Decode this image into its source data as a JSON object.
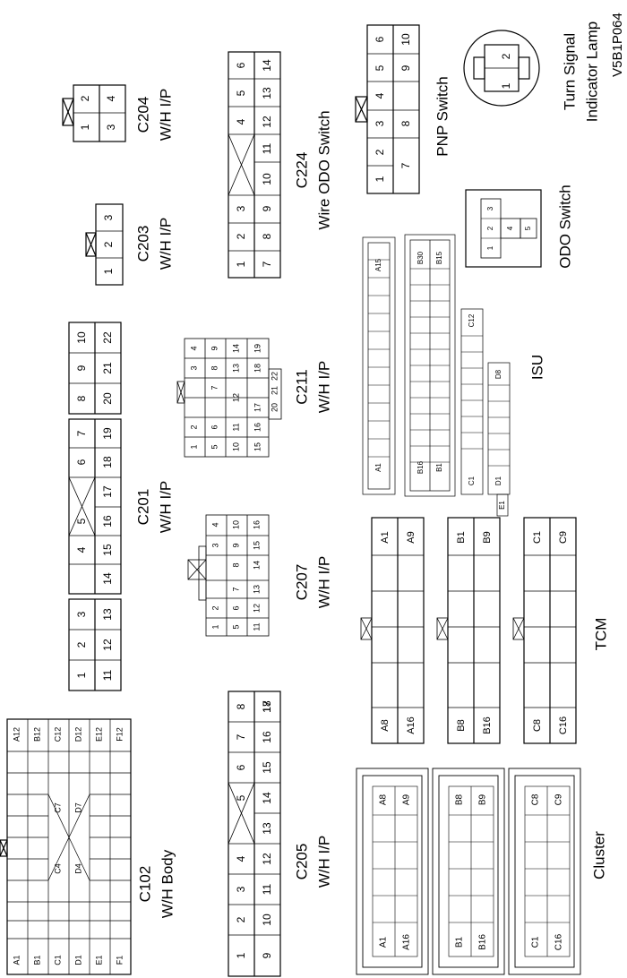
{
  "figure_id": "V5B1P064",
  "connectors": [
    {
      "id": "C102",
      "lines": [
        "C102",
        "W/H Body"
      ],
      "left_pins": [
        "A1",
        "B1",
        "C1",
        "D1",
        "E1",
        "F1"
      ],
      "right_pins": [
        "A12",
        "B12",
        "C12",
        "D12",
        "E12",
        "F12"
      ],
      "inner_pins": [
        "C4",
        "D4",
        "C7",
        "D7"
      ]
    },
    {
      "id": "C205",
      "lines": [
        "C205",
        "W/H I/P"
      ],
      "row1": [
        "1",
        "2",
        "3",
        "4",
        "5",
        "6",
        "7",
        "8"
      ],
      "row2": [
        "9",
        "10",
        "11",
        "12",
        "13",
        "14",
        "15",
        "16",
        "17",
        "18"
      ]
    },
    {
      "id": "C201",
      "lines": [
        "C201",
        "W/H I/P"
      ],
      "row1": [
        "4",
        "5",
        "6",
        "7"
      ],
      "row2": [
        "14",
        "15",
        "16",
        "17",
        "18",
        "19"
      ]
    },
    {
      "id": "C201B",
      "row1": [
        "1",
        "2",
        "3"
      ],
      "row2": [
        "11",
        "12",
        "13"
      ]
    },
    {
      "id": "C201C",
      "row1": [
        "8",
        "9",
        "10"
      ],
      "row2": [
        "20",
        "21",
        "22"
      ]
    },
    {
      "id": "C207",
      "lines": [
        "C207",
        "W/H I/P"
      ],
      "pins": [
        "1",
        "2",
        "3",
        "4",
        "5",
        "6",
        "7",
        "8",
        "9",
        "10",
        "11",
        "12",
        "13",
        "14",
        "15",
        "16"
      ]
    },
    {
      "id": "C211",
      "lines": [
        "C211",
        "W/H I/P"
      ],
      "pins": [
        "1",
        "2",
        "3",
        "4",
        "5",
        "6",
        "7",
        "8",
        "9",
        "10",
        "11",
        "12",
        "13",
        "14",
        "15",
        "16",
        "17",
        "18",
        "19",
        "20",
        "21",
        "22"
      ]
    },
    {
      "id": "C203",
      "lines": [
        "C203",
        "W/H I/P"
      ],
      "pins": [
        "1",
        "2",
        "3"
      ]
    },
    {
      "id": "C204",
      "lines": [
        "C204",
        "W/H I/P"
      ],
      "pins": [
        "1",
        "2",
        "3",
        "4"
      ]
    },
    {
      "id": "C224",
      "lines": [
        "C224",
        "Wire ODO Switch"
      ],
      "row1": [
        "1",
        "2",
        "3",
        "4",
        "5",
        "6"
      ],
      "row2": [
        "7",
        "8",
        "9",
        "10",
        "11",
        "12",
        "13",
        "14"
      ]
    },
    {
      "id": "PNP",
      "lines": [
        "PNP Switch"
      ],
      "row1": [
        "1",
        "2",
        "3",
        "4",
        "5",
        "6"
      ],
      "row2": [
        "7",
        "8",
        "9",
        "10"
      ]
    },
    {
      "id": "TSI",
      "lines": [
        "Turn Signal",
        "Indicator Lamp"
      ],
      "pins": [
        "1",
        "2"
      ]
    },
    {
      "id": "ODO",
      "lines": [
        "ODO Switch"
      ],
      "pins": [
        "1",
        "2",
        "3",
        "4",
        "5"
      ]
    },
    {
      "id": "ISU",
      "lines": [
        "ISU"
      ],
      "pins": [
        "A1",
        "A15",
        "B16",
        "B1",
        "B30",
        "B15",
        "C1",
        "C12",
        "D1",
        "D8",
        "E1"
      ]
    },
    {
      "id": "TCM",
      "lines": [
        "TCM"
      ],
      "rows": [
        [
          "A8",
          "A1",
          "A16",
          "A9"
        ],
        [
          "B8",
          "B1",
          "B16",
          "B9"
        ],
        [
          "C8",
          "C1",
          "C16",
          "C9"
        ]
      ]
    },
    {
      "id": "Cluster",
      "lines": [
        "Cluster"
      ],
      "rows": [
        [
          "A1",
          "A8",
          "A16",
          "A9"
        ],
        [
          "B1",
          "B8",
          "B16",
          "B9"
        ],
        [
          "C1",
          "C8",
          "C16",
          "C9"
        ]
      ]
    }
  ]
}
